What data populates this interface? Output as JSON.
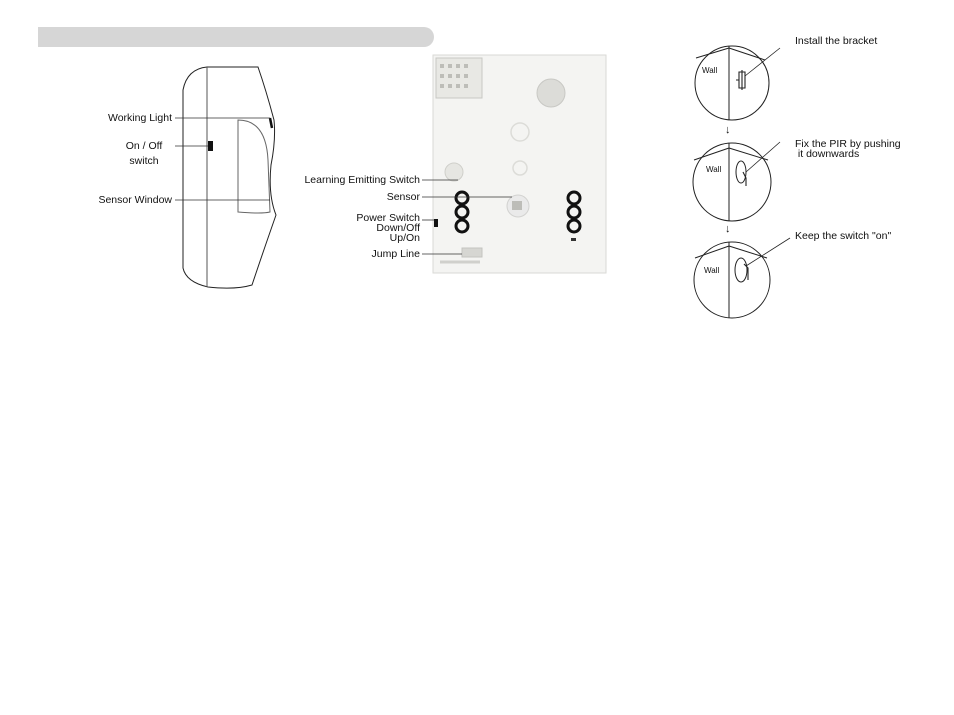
{
  "left_diagram": {
    "labels": {
      "working_light": "Working Light",
      "on_off": "On / Off",
      "switch": "switch",
      "sensor_window": "Sensor Window"
    }
  },
  "pcb_diagram": {
    "labels": {
      "learning_switch": "Learning Emitting Switch",
      "sensor": "Sensor",
      "power_switch": "Power Switch",
      "down_off": "Down/Off",
      "up_on": "Up/On",
      "jump_line": "Jump Line"
    }
  },
  "install_steps": [
    {
      "wall": "Wall",
      "text": "Install the bracket"
    },
    {
      "wall": "Wall",
      "text_line1": "Fix the PIR by pushing",
      "text_line2": " it downwards"
    },
    {
      "wall": "Wall",
      "text": "Keep the switch \"on\""
    }
  ],
  "arrow_glyph": "↓"
}
